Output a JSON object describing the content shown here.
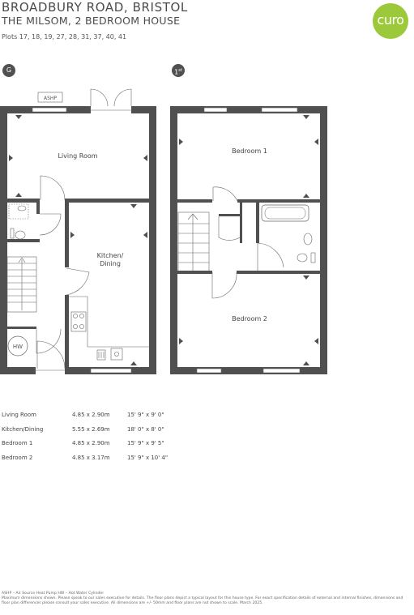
{
  "header": {
    "title": "BROADBURY ROAD, BRISTOL",
    "subtitle": "THE MILSOM, 2 BEDROOM HOUSE",
    "plots": "Plots 17, 18, 19, 27, 28, 31, 37, 40, 41"
  },
  "logo": {
    "text": "curo",
    "color": "#9bc93a"
  },
  "floors": {
    "ground": {
      "badge": "G"
    },
    "first": {
      "badge": "1",
      "badge_suffix": "st"
    }
  },
  "labels": {
    "ashp": "ASHP",
    "living_room": "Living Room",
    "kitchen_1": "Kitchen/",
    "kitchen_2": "Dining",
    "hw": "HW",
    "bedroom_1": "Bedroom 1",
    "bedroom_2": "Bedroom 2"
  },
  "rooms": [
    {
      "name": "Living Room",
      "metric": "4.85 x 2.90m",
      "imperial": "15' 9\" x 9' 0\""
    },
    {
      "name": "Kitchen/Dining",
      "metric": "5.55 x 2.69m",
      "imperial": "18' 0\" x 8' 0\""
    },
    {
      "name": "Bedroom 1",
      "metric": "4.85 x 2.90m",
      "imperial": "15' 9\" x 9' 5\""
    },
    {
      "name": "Bedroom 2",
      "metric": "4.85 x 3.17m",
      "imperial": "15' 9\" x 10' 4\""
    }
  ],
  "footer": {
    "line1": "ASHP – Air Source Heat Pump    HW – Hot Water Cylinder",
    "line2": "Maximum dimensions shown. Please speak to our sales executive for details. The floor plans depict a typical layout for this house type. For exact specification details of external and internal finishes, dimensions and floor plan differences please consult your sales executive. All dimensions are +/- 50mm and floor plans are not shown to scale. March 2025."
  },
  "colors": {
    "wall": "#505050",
    "line": "#666666"
  }
}
